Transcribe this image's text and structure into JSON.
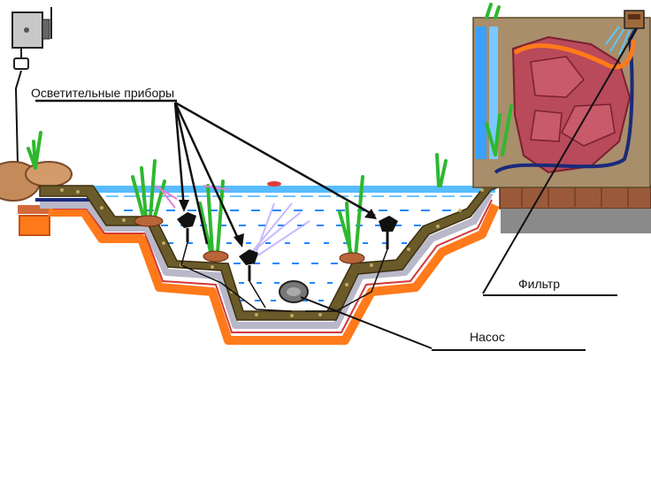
{
  "labels": {
    "lighting": "Осветительные приборы",
    "filter": "Фильтр",
    "pump": "Насос"
  },
  "colors": {
    "water": "#1e88ff",
    "liner_orange": "#ff7a1a",
    "liner_navy": "#1a2a7a",
    "gravel": "#6b5a2a",
    "rock": "#b84a5a",
    "plant": "#2eb82e",
    "wood": "#9a5a3a"
  },
  "icons": [
    "control-box-icon",
    "plug-icon",
    "lamp-icon",
    "pump-icon",
    "filter-icon",
    "plant-icon"
  ]
}
